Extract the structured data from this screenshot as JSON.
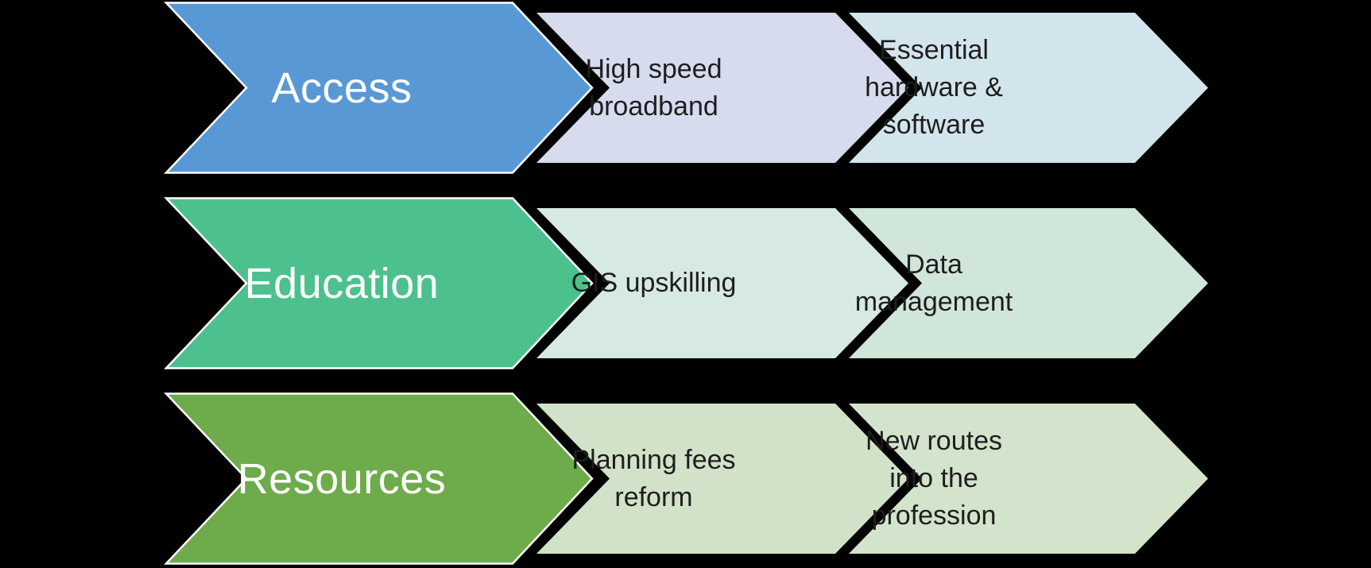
{
  "diagram": {
    "background": "#000000",
    "stroke_color": "#FFFFFF",
    "text_color_main": "#FFFFFF",
    "text_color_sub": "#1E1E1E"
  },
  "rows": [
    {
      "id": "access",
      "label": "Access",
      "color": "#5899D5",
      "items": [
        {
          "label": "High speed\nbroadband",
          "color": "#D6DBEE"
        },
        {
          "label": "Essential\nhardware &\nsoftware",
          "color": "#D2E5EC"
        }
      ]
    },
    {
      "id": "education",
      "label": "Education",
      "color": "#4CC18D",
      "items": [
        {
          "label": "GIS upskilling",
          "color": "#D6E9E3"
        },
        {
          "label": "Data\nmanagement",
          "color": "#D1E6DA"
        }
      ]
    },
    {
      "id": "resources",
      "label": "Resources",
      "color": "#6EAB4A",
      "items": [
        {
          "label": "Planning fees\nreform",
          "color": "#D2E2C8"
        },
        {
          "label": "New routes\ninto the\nprofession",
          "color": "#D4E3CB"
        }
      ]
    }
  ]
}
